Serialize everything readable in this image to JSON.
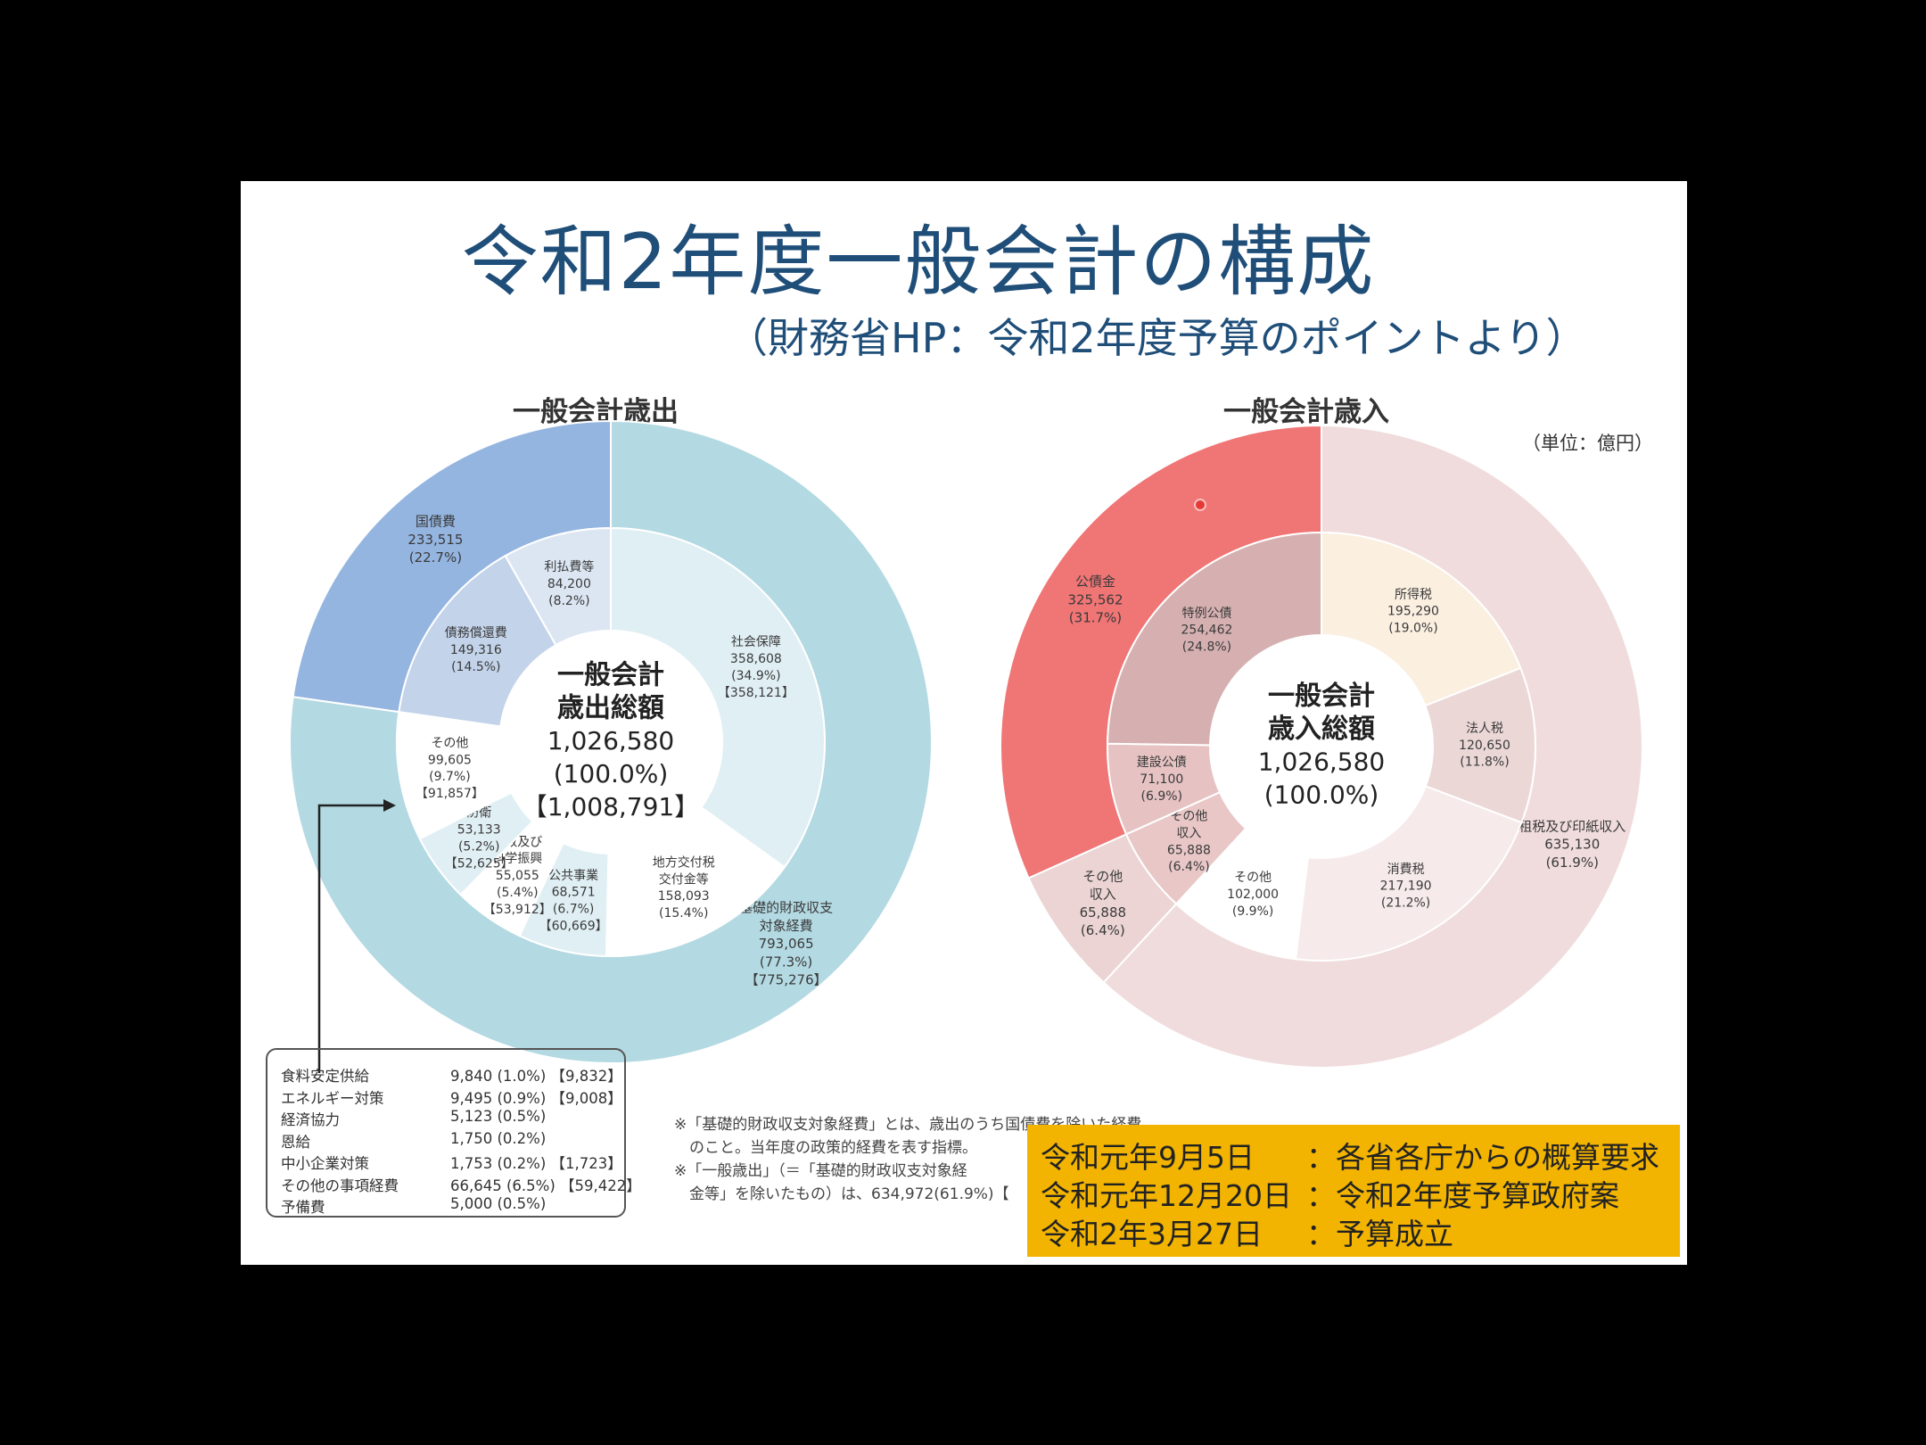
{
  "title": "令和2年度一般会計の構成",
  "subtitle": "（財務省HP：令和2年度予算のポイントより）",
  "unit_note": "（単位：億円）",
  "chart_data": [
    {
      "type": "pie",
      "title": "一般会計歳出",
      "center": {
        "line1": "一般会計",
        "line2": "歳出総額",
        "value": "1,026,580",
        "pct": "(100.0%)",
        "bracket": "【1,008,791】"
      },
      "outer_ring": [
        {
          "name": "基礎的財政収支対象経費",
          "label_lines": [
            "基礎的財政収支",
            "対象経費"
          ],
          "value": 793065,
          "display_value": "793,065",
          "pct": "(77.3%)",
          "bracket": "【775,276】",
          "color": "#b3d9e2"
        },
        {
          "name": "国債費",
          "label_lines": [
            "国債費"
          ],
          "value": 233515,
          "display_value": "233,515",
          "pct": "(22.7%)",
          "bracket": "",
          "color": "#94b5e0"
        }
      ],
      "inner_ring": [
        {
          "name": "社会保障",
          "label_lines": [
            "社会保障"
          ],
          "value": 358608,
          "display_value": "358,608",
          "pct": "(34.9%)",
          "bracket": "【358,121】",
          "color": "#e0eff4"
        },
        {
          "name": "地方交付税交付金等",
          "label_lines": [
            "地方交付税",
            "交付金等"
          ],
          "value": 158093,
          "display_value": "158,093",
          "pct": "(15.4%)",
          "bracket": "",
          "color": "#ffffff"
        },
        {
          "name": "公共事業",
          "label_lines": [
            "公共事業"
          ],
          "value": 68571,
          "display_value": "68,571",
          "pct": "(6.7%)",
          "bracket": "【60,669】",
          "color": "#e0eff4"
        },
        {
          "name": "文教及び科学振興",
          "label_lines": [
            "文教及び",
            "科学振興"
          ],
          "value": 55055,
          "display_value": "55,055",
          "pct": "(5.4%)",
          "bracket": "【53,912】",
          "color": "#ffffff"
        },
        {
          "name": "防衛",
          "label_lines": [
            "防衛"
          ],
          "value": 53133,
          "display_value": "53,133",
          "pct": "(5.2%)",
          "bracket": "【52,625】",
          "color": "#e0eff4"
        },
        {
          "name": "その他",
          "label_lines": [
            "その他"
          ],
          "value": 99605,
          "display_value": "99,605",
          "pct": "(9.7%)",
          "bracket": "【91,857】",
          "color": "#ffffff"
        },
        {
          "name": "債務償還費",
          "label_lines": [
            "債務償還費"
          ],
          "value": 149316,
          "display_value": "149,316",
          "pct": "(14.5%)",
          "bracket": "",
          "color": "#c3d3ea"
        },
        {
          "name": "利払費等",
          "label_lines": [
            "利払費等"
          ],
          "value": 84200,
          "display_value": "84,200",
          "pct": "(8.2%)",
          "bracket": "",
          "color": "#dce6f3"
        }
      ],
      "other_breakdown": [
        {
          "name": "食料安定供給",
          "value": "9,840",
          "pct": "(1.0%)",
          "bracket": "【9,832】"
        },
        {
          "name": "エネルギー対策",
          "value": "9,495",
          "pct": "(0.9%)",
          "bracket": "【9,008】"
        },
        {
          "name": "経済協力",
          "value": "5,123",
          "pct": "(0.5%)",
          "bracket": ""
        },
        {
          "name": "恩給",
          "value": "1,750",
          "pct": "(0.2%)",
          "bracket": ""
        },
        {
          "name": "中小企業対策",
          "value": "1,753",
          "pct": "(0.2%)",
          "bracket": "【1,723】"
        },
        {
          "name": "その他の事項経費",
          "value": "66,645",
          "pct": "(6.5%)",
          "bracket": "【59,422】"
        },
        {
          "name": "予備費",
          "value": "5,000",
          "pct": "(0.5%)",
          "bracket": ""
        }
      ]
    },
    {
      "type": "pie",
      "title": "一般会計歳入",
      "center": {
        "line1": "一般会計",
        "line2": "歳入総額",
        "value": "1,026,580",
        "pct": "(100.0%)"
      },
      "outer_ring": [
        {
          "name": "租税及び印紙収入",
          "label_lines": [
            "租税及び印紙収入"
          ],
          "value": 635130,
          "display_value": "635,130",
          "pct": "(61.9%)",
          "color": "#f0dcdc"
        },
        {
          "name": "その他収入",
          "label_lines": [
            "その他",
            "収入"
          ],
          "value": 65888,
          "display_value": "65,888",
          "pct": "(6.4%)",
          "color": "#ecd4d4"
        },
        {
          "name": "公債金",
          "label_lines": [
            "公債金"
          ],
          "value": 325562,
          "display_value": "325,562",
          "pct": "(31.7%)",
          "color": "#f07575"
        }
      ],
      "inner_ring": [
        {
          "name": "所得税",
          "label_lines": [
            "所得税"
          ],
          "value": 195290,
          "display_value": "195,290",
          "pct": "(19.0%)",
          "color": "#fbefe0"
        },
        {
          "name": "法人税",
          "label_lines": [
            "法人税"
          ],
          "value": 120650,
          "display_value": "120,650",
          "pct": "(11.8%)",
          "color": "#ecd7d7"
        },
        {
          "name": "消費税",
          "label_lines": [
            "消費税"
          ],
          "value": 217190,
          "display_value": "217,190",
          "pct": "(21.2%)",
          "color": "#f6eaea"
        },
        {
          "name": "その他",
          "label_lines": [
            "その他"
          ],
          "value": 102000,
          "display_value": "102,000",
          "pct": "(9.9%)",
          "color": "#ffffff"
        },
        {
          "name": "その他収入",
          "label_lines": [
            "その他",
            "収入"
          ],
          "value": 65888,
          "display_value": "65,888",
          "pct": "(6.4%)",
          "color": "#e9c7c7"
        },
        {
          "name": "建設公債",
          "label_lines": [
            "建設公債"
          ],
          "value": 71100,
          "display_value": "71,100",
          "pct": "(6.9%)",
          "color": "#e6c2c2"
        },
        {
          "name": "特例公債",
          "label_lines": [
            "特例公債"
          ],
          "value": 254462,
          "display_value": "254,462",
          "pct": "(24.8%)",
          "color": "#d6b0b0"
        }
      ]
    }
  ],
  "footnote_lines": [
    "※「基礎的財政収支対象経費」とは、歳出のうち国債費を除いた経費",
    "　のこと。当年度の政策的経費を表す指標。",
    "※「一般歳出」（＝「基礎的財政収支対象経",
    "　金等」を除いたもの）は、634,972(61.9%)【"
  ],
  "schedule": [
    {
      "date": "令和元年9月5日",
      "event": "：各省各庁からの概算要求"
    },
    {
      "date": "令和元年12月20日",
      "event": "：令和2年度予算政府案"
    },
    {
      "date": "令和2年3月27日",
      "event": "：予算成立"
    }
  ],
  "colors": {
    "title": "#1f4e79",
    "schedule_bg": "#f2b400",
    "screen_bg": "#000000"
  }
}
